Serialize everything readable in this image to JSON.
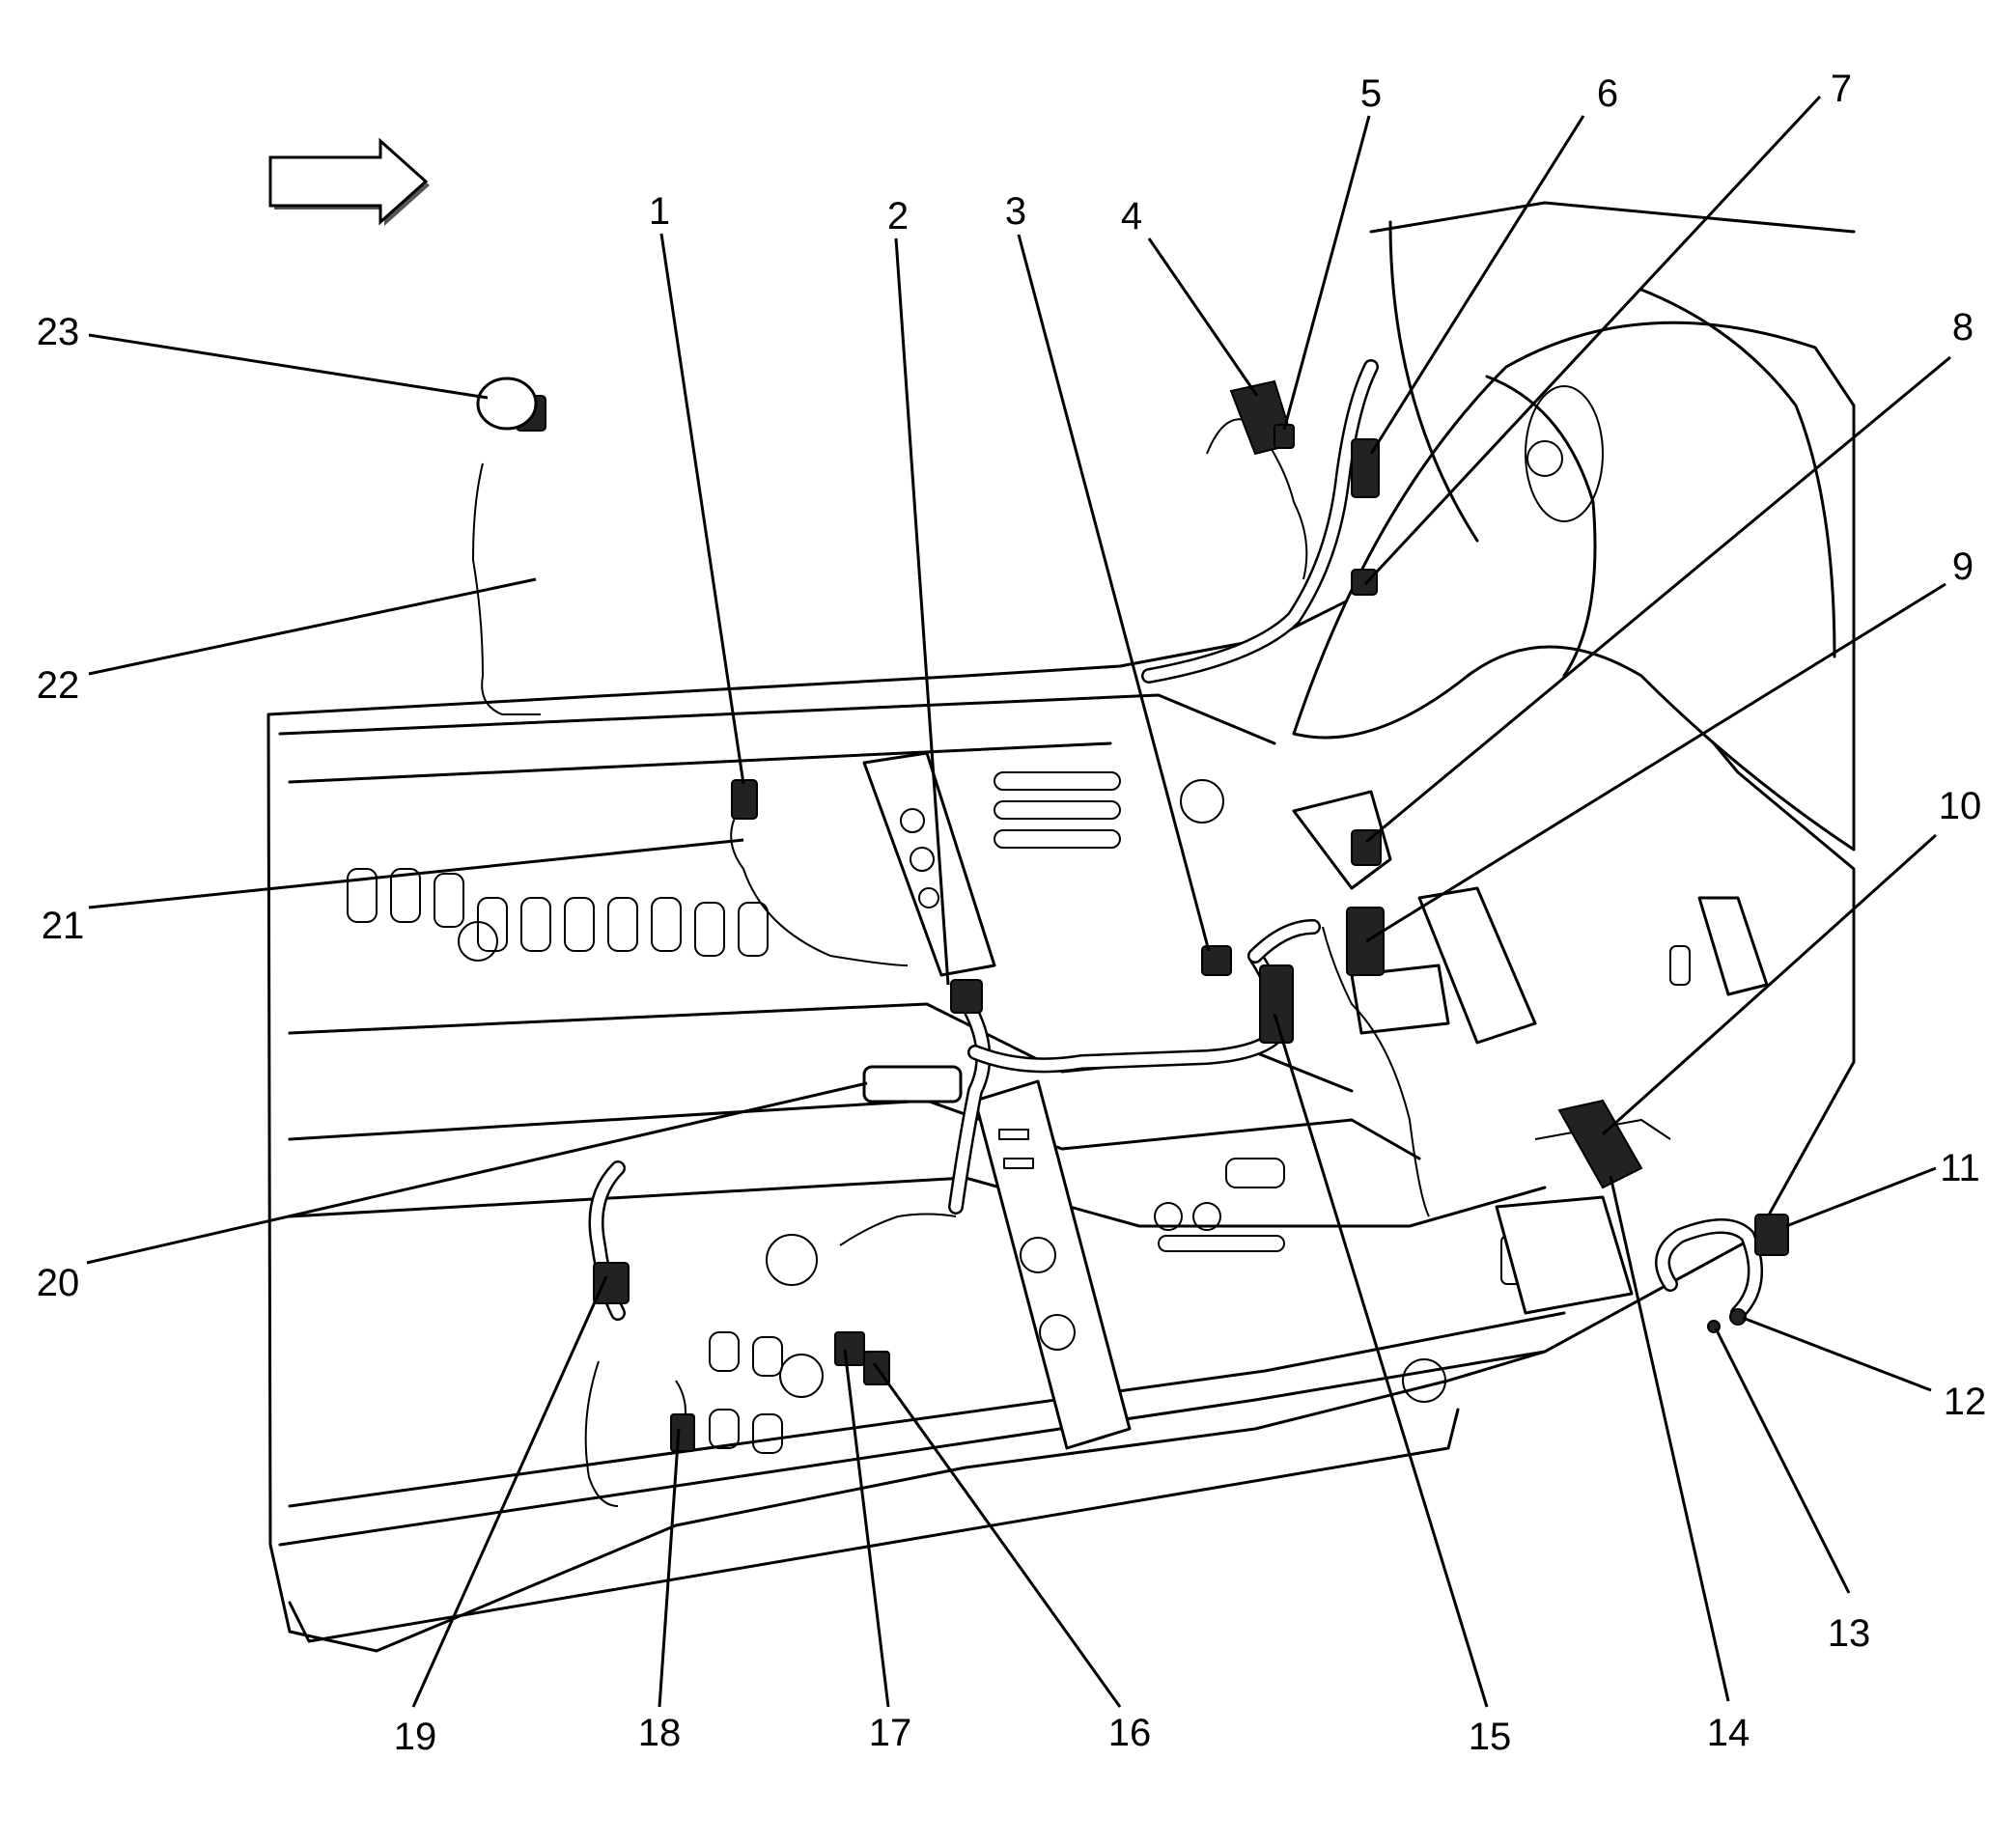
{
  "diagram": {
    "callouts": [
      {
        "id": "1",
        "label": "1"
      },
      {
        "id": "2",
        "label": "2"
      },
      {
        "id": "3",
        "label": "3"
      },
      {
        "id": "4",
        "label": "4"
      },
      {
        "id": "5",
        "label": "5"
      },
      {
        "id": "6",
        "label": "6"
      },
      {
        "id": "7",
        "label": "7"
      },
      {
        "id": "8",
        "label": "8"
      },
      {
        "id": "9",
        "label": "9"
      },
      {
        "id": "10",
        "label": "10"
      },
      {
        "id": "11",
        "label": "11"
      },
      {
        "id": "12",
        "label": "12"
      },
      {
        "id": "13",
        "label": "13"
      },
      {
        "id": "14",
        "label": "14"
      },
      {
        "id": "15",
        "label": "15"
      },
      {
        "id": "16",
        "label": "16"
      },
      {
        "id": "17",
        "label": "17"
      },
      {
        "id": "18",
        "label": "18"
      },
      {
        "id": "19",
        "label": "19"
      },
      {
        "id": "20",
        "label": "20"
      },
      {
        "id": "21",
        "label": "21"
      },
      {
        "id": "22",
        "label": "22"
      },
      {
        "id": "23",
        "label": "23"
      }
    ],
    "direction_arrow_icon": "forward-arrow-icon"
  }
}
